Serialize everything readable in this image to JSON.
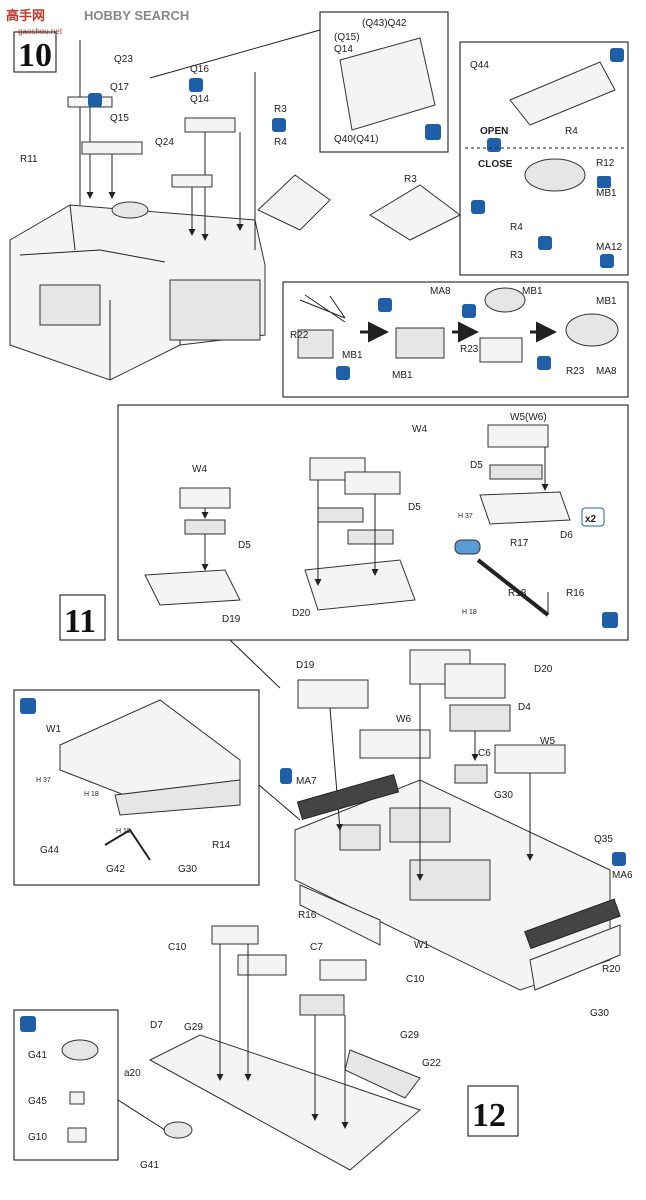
{
  "watermark": {
    "brand": "HOBBY SEARCH",
    "cjk": "高手网",
    "url": "gaoshou.net"
  },
  "steps": {
    "s10": "10",
    "s11": "11",
    "s12": "12"
  },
  "labels": {
    "q23": "Q23",
    "q17": "Q17",
    "q16": "Q16",
    "q14a": "Q14",
    "q15": "Q15",
    "q24": "Q24",
    "r11": "R11",
    "r3a": "R3",
    "r4a": "R4",
    "q43q42": "(Q43)Q42",
    "q15p": "(Q15)",
    "q14b": "Q14",
    "q40q41": "Q40(Q41)",
    "q44": "Q44",
    "r4b": "R4",
    "open": "OPEN",
    "close": "CLOSE",
    "r3b": "R3",
    "r12": "R12",
    "mb1a": "MB1",
    "r4c": "R4",
    "r3c": "R3",
    "ma12": "MA12",
    "r22": "R22",
    "mb1b": "MB1",
    "mb1c": "MB1",
    "ma8a": "MA8",
    "mb1d": "MB1",
    "r23a": "R23",
    "mb1e": "MB1",
    "r23b": "R23",
    "ma8b": "MA8",
    "w4a": "W4",
    "d5a": "D5",
    "d19a": "D19",
    "w4b": "W4",
    "d5b": "D5",
    "d20a": "D20",
    "w5w6": "W5(W6)",
    "d5c": "D5",
    "d6": "D6",
    "x2": "x2",
    "r17": "R17",
    "r18": "R18",
    "r16a": "R16",
    "h37": "H 37",
    "h18a": "H 18",
    "d19b": "D19",
    "d20b": "D20",
    "d4": "D4",
    "w6": "W6",
    "c6": "C6",
    "w5": "W5",
    "ma7": "MA7",
    "g30a": "G30",
    "q35": "Q35",
    "ma6": "MA6",
    "w1a": "W1",
    "g44": "G44",
    "g42": "G42",
    "g30b": "G30",
    "r14": "R14",
    "h37b": "H 37",
    "h18b": "H 18",
    "h18c": "H 18",
    "r16b": "R16",
    "w1b": "W1",
    "r20": "R20",
    "g30c": "G30",
    "c10a": "C10",
    "c7": "C7",
    "c10b": "C10",
    "g29a": "G29",
    "g29b": "G29",
    "d7": "D7",
    "a20": "a20",
    "g22": "G22",
    "g41a": "G41",
    "g45": "G45",
    "g10": "G10",
    "g41b": "G41"
  }
}
